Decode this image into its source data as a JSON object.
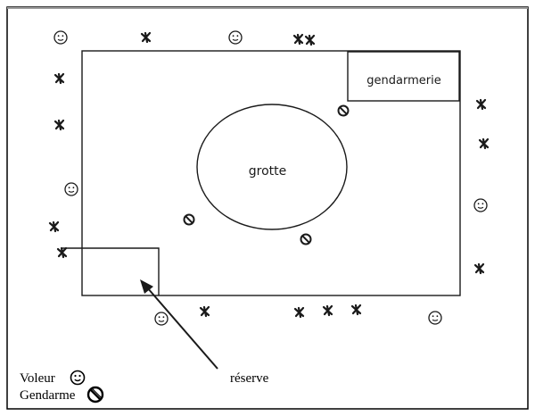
{
  "diagram": {
    "labels": {
      "gendarmerie": "gendarmerie",
      "grotte": "grotte",
      "reserve": "réserve"
    },
    "legend": {
      "voleur": "Voleur",
      "gendarme": "Gendarme"
    },
    "colors": {
      "ink": "#1a1a1a",
      "frame": "#000000",
      "background": "#ffffff"
    },
    "icons": {
      "voleur": "smiley-face-icon",
      "gendarme": "prohibition-circle-icon",
      "player": "cross-mark-icon"
    }
  }
}
